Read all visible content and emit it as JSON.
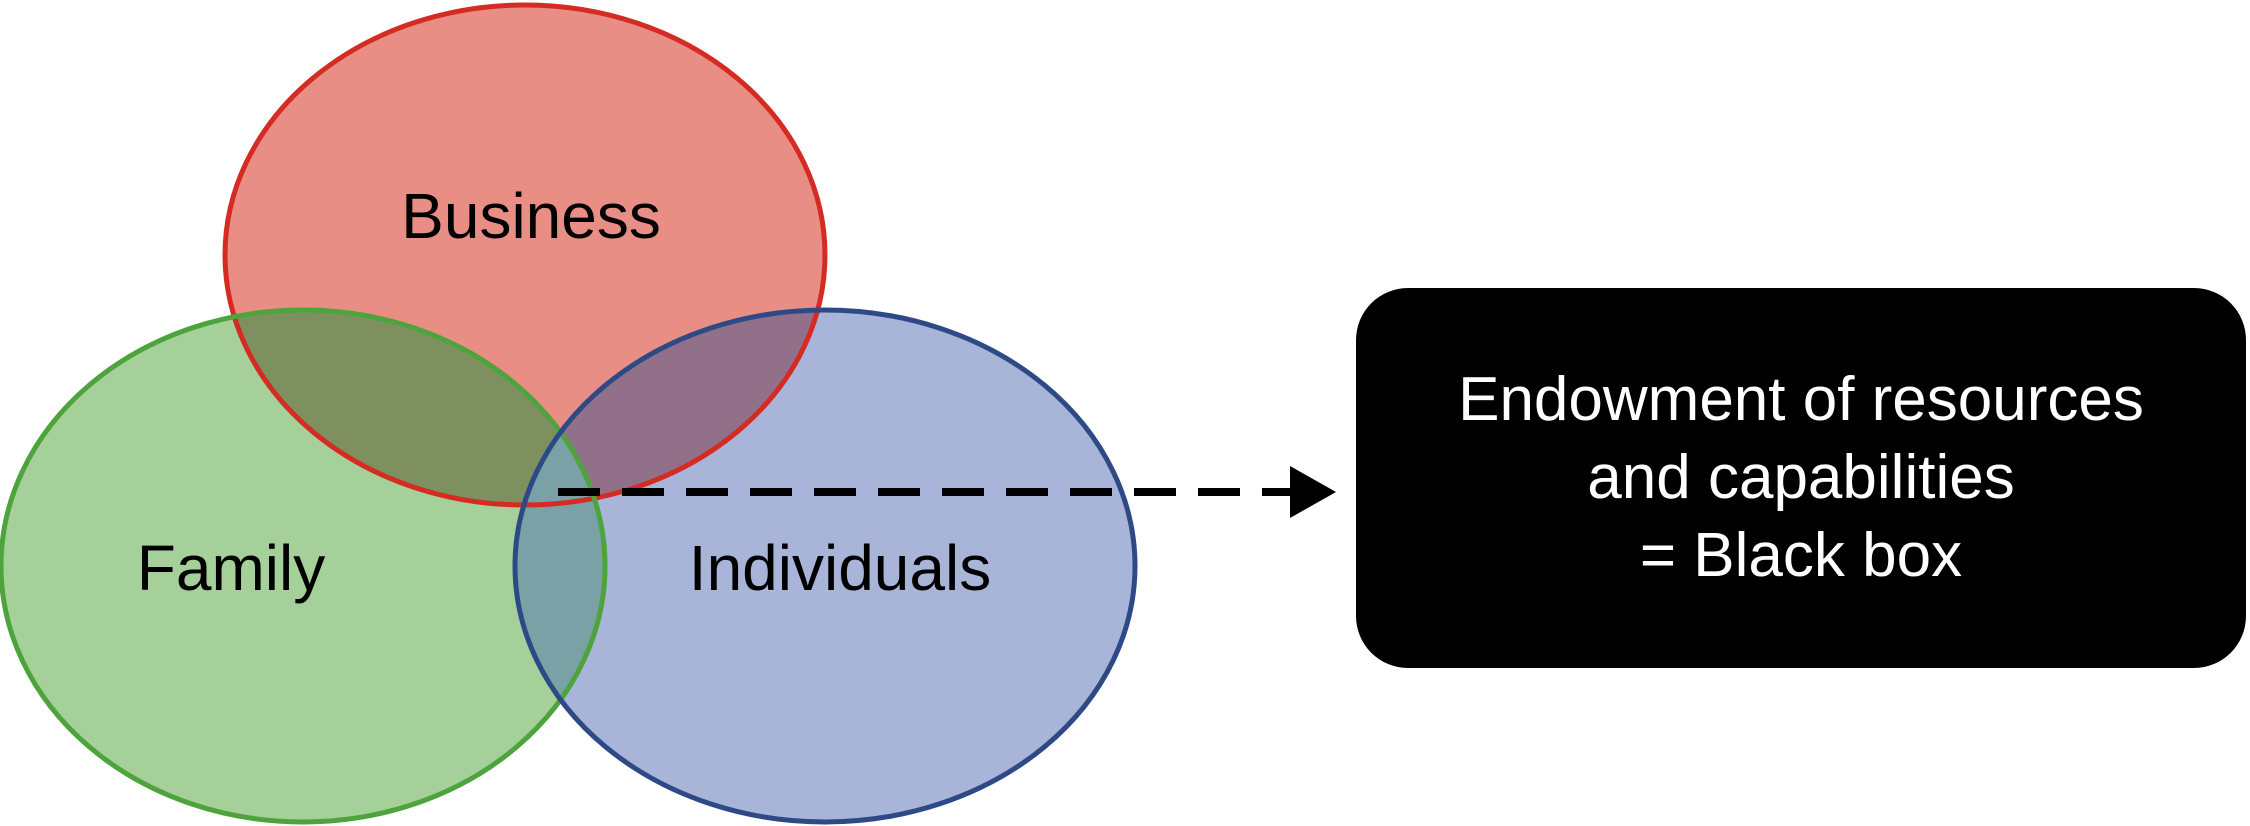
{
  "venn": {
    "business": {
      "label": "Business",
      "fill": "#e88e85",
      "stroke": "#d42b22"
    },
    "family": {
      "label": "Family",
      "fill": "#a6d09a",
      "stroke": "#4ea43c"
    },
    "individuals": {
      "label": "Individuals",
      "fill": "#a8b4d8",
      "stroke": "#2e4a86"
    },
    "overlap_business_family": "#7e9060",
    "overlap_business_individuals": "#927089",
    "overlap_family_individuals": "#7aa1a5"
  },
  "arrow": {
    "style": "dashed",
    "color": "#000000"
  },
  "result_box": {
    "lines": [
      "Endowment of resources",
      "and capabilities",
      "= Black box"
    ],
    "fill": "#000000",
    "text_color": "#ffffff"
  }
}
